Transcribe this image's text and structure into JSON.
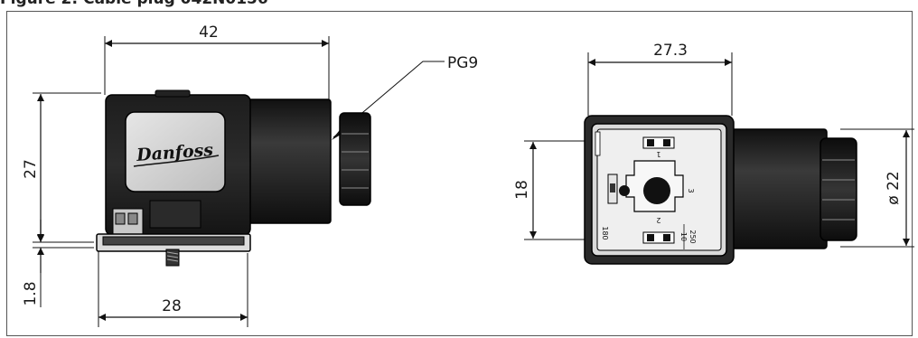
{
  "heading": "Figure 2: Cable plug 042N0156",
  "side_view": {
    "width_label": "42",
    "height_label": "27",
    "gland_label": "PG9",
    "base_height_label": "1.8",
    "base_width_label": "28",
    "logo_text": "Danfoss"
  },
  "front_view": {
    "width_label": "27.3",
    "pin_spacing_label": "18",
    "diameter_label": "ø 22",
    "marking_angle": "180",
    "marking_rating_top": "10",
    "marking_rating_bottom": "250",
    "pin_1": "1",
    "pin_2": "2",
    "pin_3": "3"
  }
}
